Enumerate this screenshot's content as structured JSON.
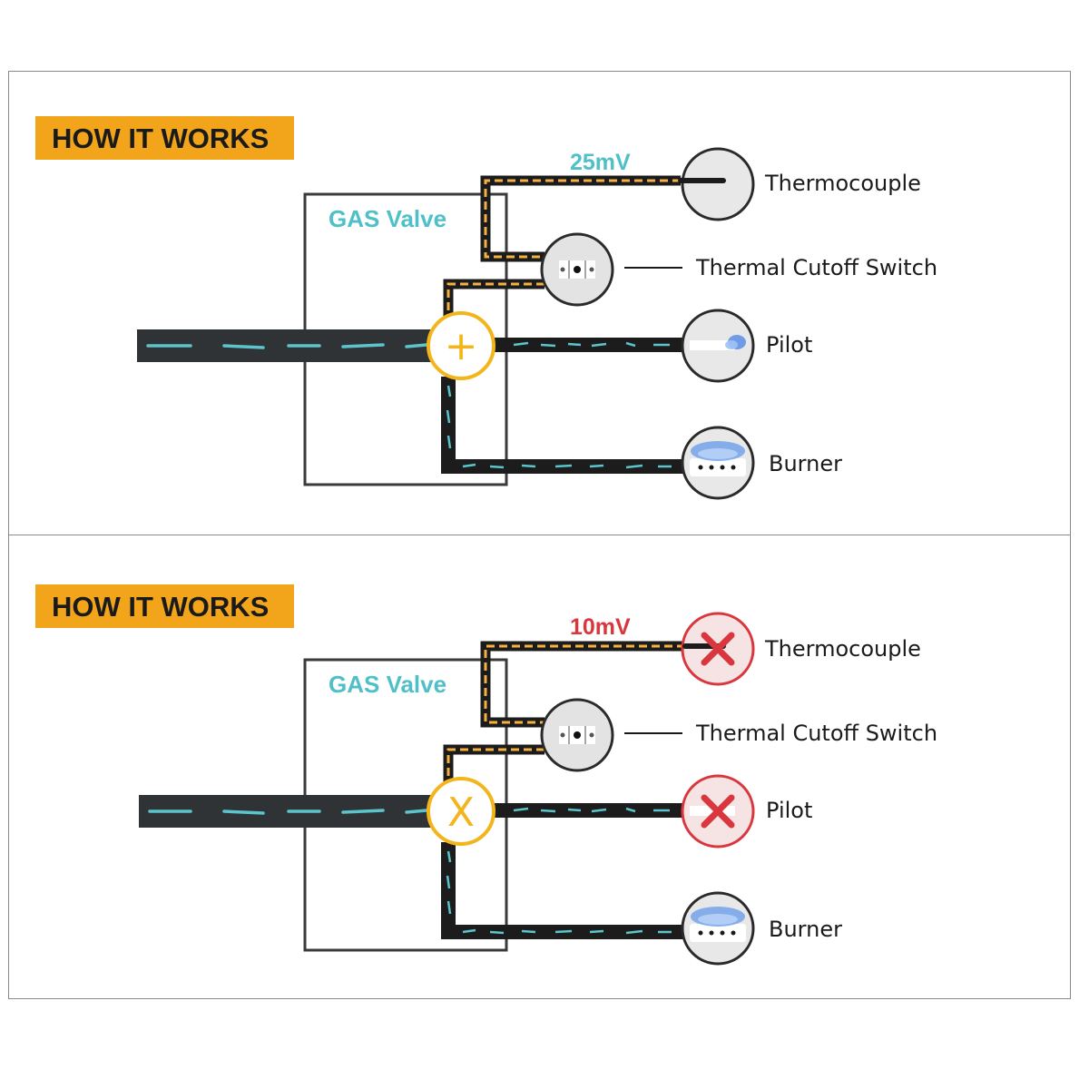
{
  "colors": {
    "badge": "#f2a51a",
    "gas_label": "#4fc0c8",
    "wire_orange": "#f5b041",
    "gas_dash": "#5bc4cc",
    "pipe": "#2f3335",
    "valve_ring": "#f2b61c",
    "ok_mv": "#4fc0c8",
    "fail_mv": "#d9363e",
    "fail_x": "#d9363e"
  },
  "panels": [
    {
      "badge": "HOW IT WORKS",
      "valve_label": "GAS Valve",
      "voltage": "25mV",
      "valve_symbol": "+",
      "state": "ok",
      "components": {
        "thermocouple": "Thermocouple",
        "cutoff": "Thermal Cutoff Switch",
        "pilot": "Pilot",
        "burner": "Burner"
      }
    },
    {
      "badge": "HOW IT WORKS",
      "valve_label": "GAS Valve",
      "voltage": "10mV",
      "valve_symbol": "X",
      "state": "fail",
      "components": {
        "thermocouple": "Thermocouple",
        "cutoff": "Thermal Cutoff Switch",
        "pilot": "Pilot",
        "burner": "Burner"
      }
    }
  ]
}
